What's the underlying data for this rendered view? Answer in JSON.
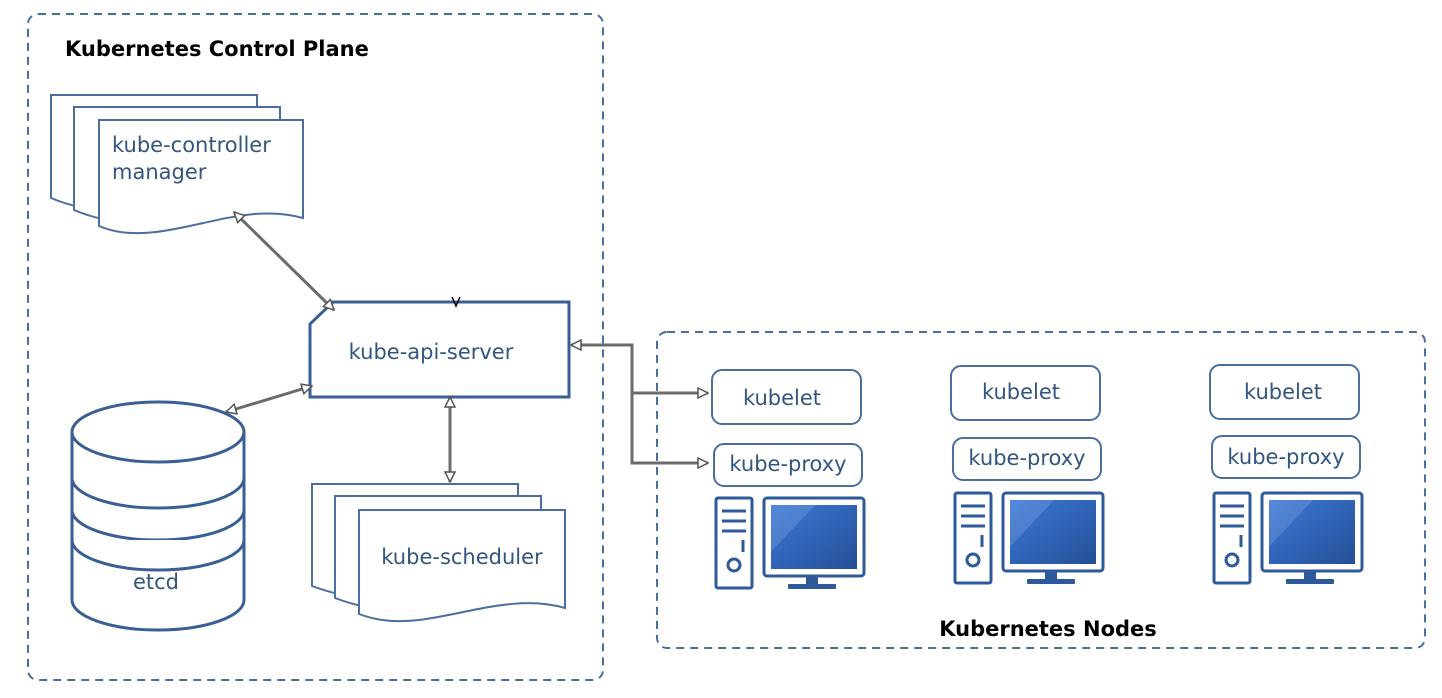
{
  "control_plane": {
    "title": "Kubernetes Control Plane",
    "controller_manager": {
      "line1": "kube-controller",
      "line2": "manager"
    },
    "api_server": "kube-api-server",
    "etcd": "etcd",
    "scheduler": "kube-scheduler"
  },
  "nodes": {
    "title": "Kubernetes Nodes",
    "items": [
      {
        "kubelet": "kubelet",
        "proxy": "kube-proxy"
      },
      {
        "kubelet": "kubelet",
        "proxy": "kube-proxy"
      },
      {
        "kubelet": "kubelet",
        "proxy": "kube-proxy"
      }
    ]
  },
  "colors": {
    "border": "#4a6ea0",
    "connector": "#6b6b6b",
    "label": "#33557f",
    "screen": "#2f66c4"
  },
  "icons": [
    "computer-icon",
    "database-icon",
    "stacked-documents-icon"
  ]
}
